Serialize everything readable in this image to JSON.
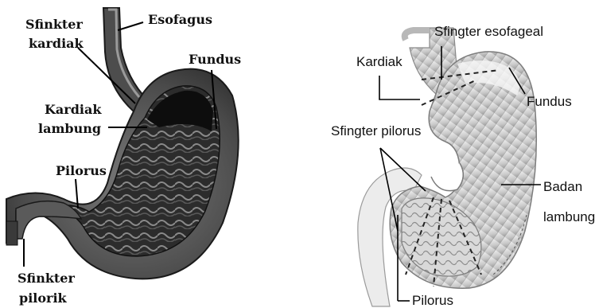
{
  "left_figure": {
    "labels": {
      "sfinkter_kardiak_1": "Sfinkter",
      "sfinkter_kardiak_2": "kardiak",
      "esofagus": "Esofagus",
      "fundus": "Fundus",
      "kardiak_lambung_1": "Kardiak",
      "kardiak_lambung_2": "lambung",
      "pilorus": "Pilorus",
      "sfinkter_pilorik_1": "Sfinkter",
      "sfinkter_pilorik_2": "pilorik"
    }
  },
  "right_figure": {
    "labels": {
      "sfingter_esofageal": "Sfingter esofageal",
      "kardiak": "Kardiak",
      "fundus": "Fundus",
      "sfingter_pilorus": "Sfingter pilorus",
      "badan_lambung_1": "Badan",
      "badan_lambung_2": "lambung",
      "pilorus": "Pilorus"
    }
  },
  "colors": {
    "ink": "#111111",
    "stomach_dark": "#3a3a3a",
    "stomach_mid": "#6d6d6d",
    "stomach_light": "#d6d6d6",
    "background": "#ffffff"
  }
}
